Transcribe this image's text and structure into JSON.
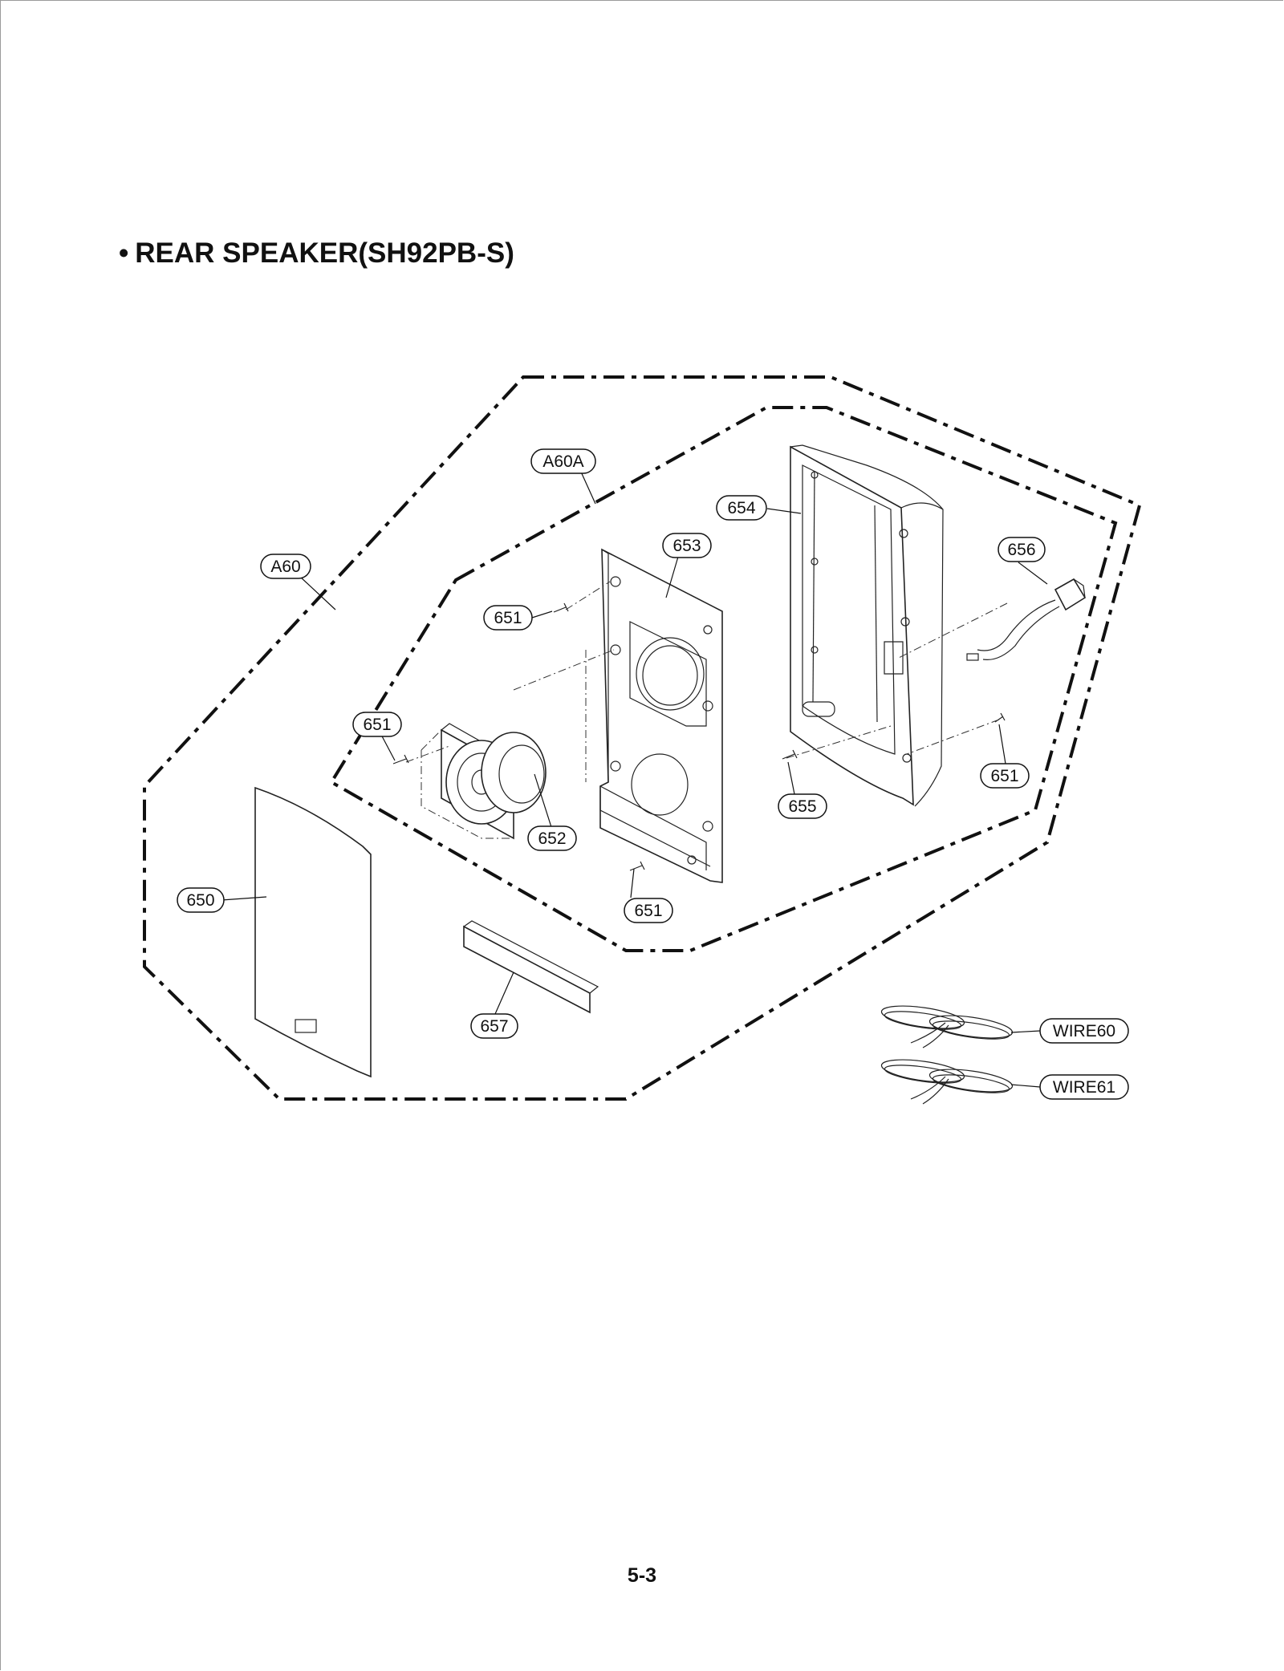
{
  "title": {
    "bullet": "•",
    "text": "REAR SPEAKER(SH92PB-S)"
  },
  "page_number": "5-3",
  "callouts": {
    "a60": "A60",
    "a60a": "A60A",
    "p650": "650",
    "p651_top": "651",
    "p651_left": "651",
    "p651_bottom": "651",
    "p651_right": "651",
    "p652": "652",
    "p653": "653",
    "p654": "654",
    "p655": "655",
    "p656": "656",
    "p657": "657",
    "wire60": "WIRE60",
    "wire61": "WIRE61"
  }
}
